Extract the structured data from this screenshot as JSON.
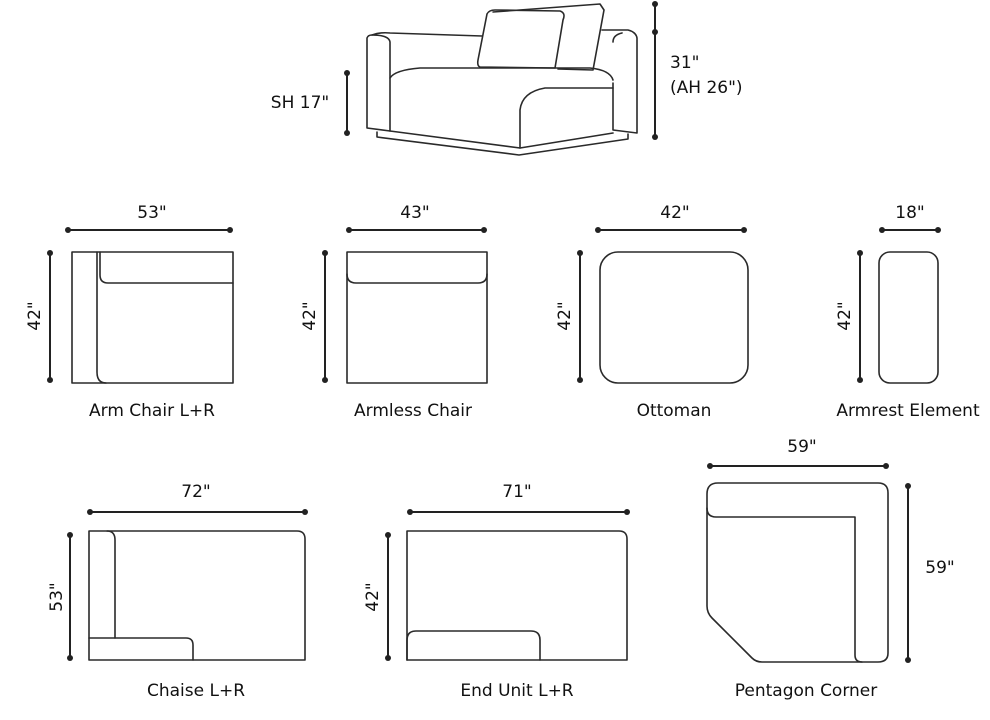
{
  "elevation": {
    "seat_height": "SH 17\"",
    "height": "31\"",
    "arm_height": "(AH 26\")"
  },
  "pieces": [
    {
      "name": "Arm Chair L+R",
      "width": "53\"",
      "depth": "42\""
    },
    {
      "name": "Armless Chair",
      "width": "43\"",
      "depth": "42\""
    },
    {
      "name": "Ottoman",
      "width": "42\"",
      "depth": "42\""
    },
    {
      "name": "Armrest Element",
      "width": "18\"",
      "depth": "42\""
    },
    {
      "name": "Chaise L+R",
      "width": "72\"",
      "depth": "53\""
    },
    {
      "name": "End Unit L+R",
      "width": "71\"",
      "depth": "42\""
    },
    {
      "name": "Pentagon Corner",
      "width": "59\"",
      "depth": "59\""
    }
  ]
}
